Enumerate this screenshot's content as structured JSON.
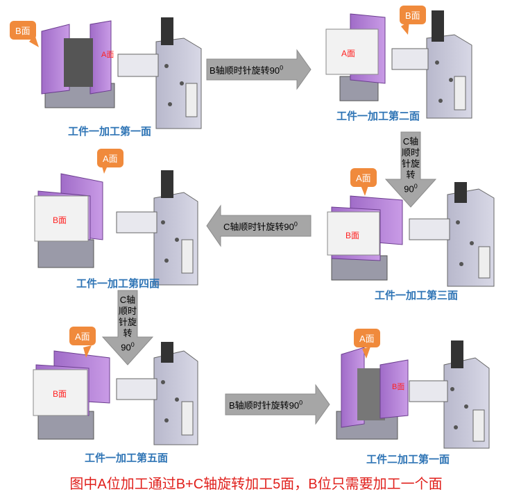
{
  "labels": {
    "face_a": "A面",
    "face_b": "B面"
  },
  "captions": {
    "p1": "工件一加工第一面",
    "p2": "工件一加工第二面",
    "p3": "工件一加工第三面",
    "p4": "工件一加工第四面",
    "p5": "工件一加工第五面",
    "p6": "工件二加工第一面"
  },
  "arrows": {
    "a1": {
      "text": "B轴顺时针旋转90",
      "sup": "0"
    },
    "a2": {
      "lines": [
        "C轴",
        "顺时",
        "针旋",
        "转",
        "90"
      ],
      "sup": "0"
    },
    "a3": {
      "text": "C轴顺时针旋转90",
      "sup": "0"
    },
    "a4": {
      "lines": [
        "C轴",
        "顺时",
        "针旋",
        "转",
        "90"
      ],
      "sup": "0"
    },
    "a5": {
      "text": "B轴顺时针旋转90",
      "sup": "0"
    }
  },
  "footer": "图中A位加工通过B+C轴旋转加工5面，B位只需要加工一个面",
  "colors": {
    "caption": "#2e74b5",
    "callout": "#f08a3c",
    "footer": "#e0201c",
    "arrow": "#a6a6a6",
    "fixture": "#b48cd4",
    "machine": "#c8c8d8"
  }
}
